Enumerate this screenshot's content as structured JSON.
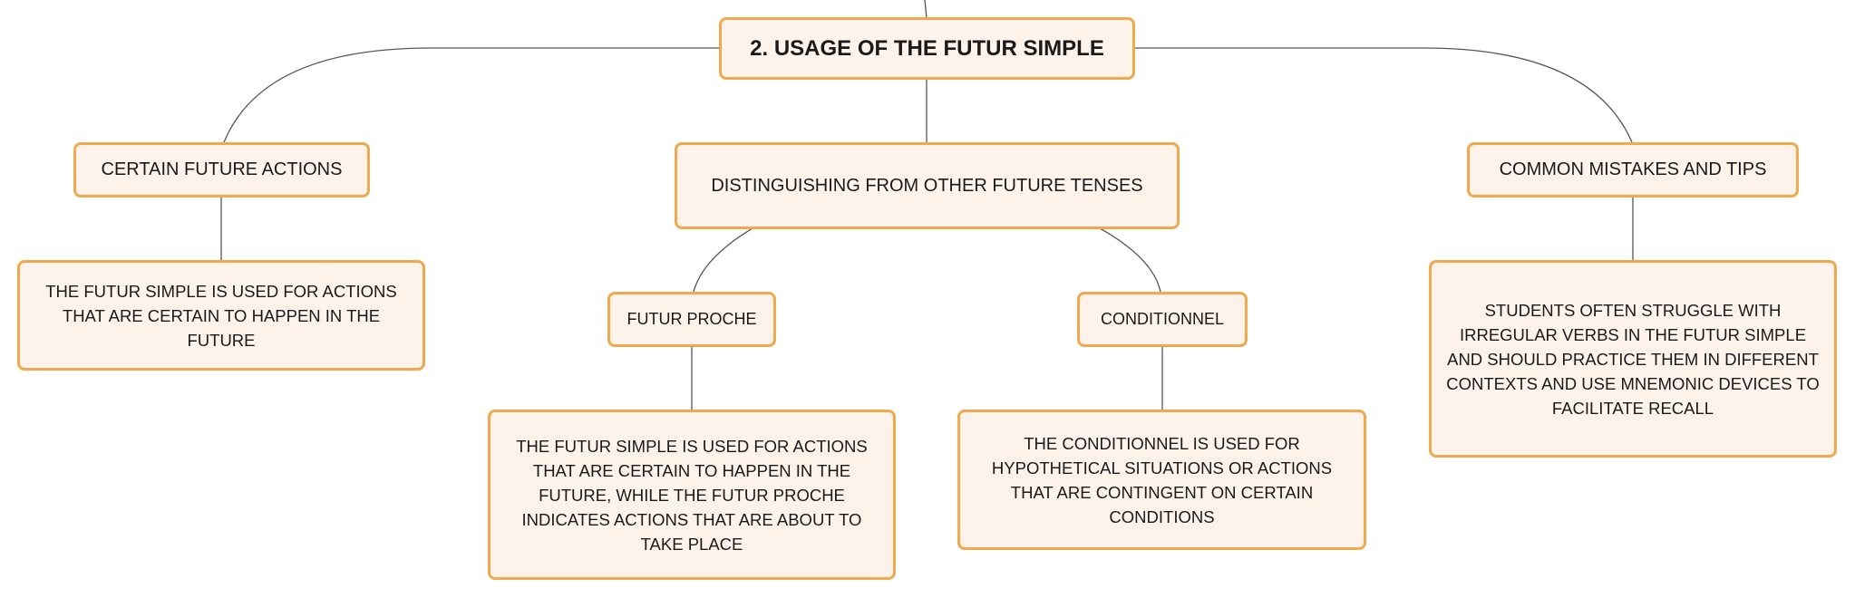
{
  "colors": {
    "node_fill": "#fef3ea",
    "node_border": "#f0a94e",
    "connector": "#555555"
  },
  "diagram": {
    "root": {
      "label": "2. USAGE OF THE FUTUR SIMPLE"
    },
    "branches": {
      "certain": {
        "label": "CERTAIN FUTURE ACTIONS",
        "detail": "THE FUTUR SIMPLE IS USED FOR ACTIONS THAT ARE CERTAIN TO HAPPEN IN THE FUTURE"
      },
      "distinguishing": {
        "label": "DISTINGUISHING FROM OTHER FUTURE TENSES",
        "futur_proche": {
          "label": "FUTUR PROCHE",
          "detail": "THE FUTUR SIMPLE IS USED FOR ACTIONS THAT ARE CERTAIN TO HAPPEN IN THE FUTURE, WHILE THE FUTUR PROCHE INDICATES ACTIONS THAT ARE ABOUT TO TAKE PLACE"
        },
        "conditionnel": {
          "label": "CONDITIONNEL",
          "detail": "THE CONDITIONNEL IS USED FOR HYPOTHETICAL SITUATIONS OR ACTIONS THAT ARE CONTINGENT ON CERTAIN CONDITIONS"
        }
      },
      "mistakes": {
        "label": "COMMON MISTAKES AND TIPS",
        "detail": "STUDENTS OFTEN STRUGGLE WITH IRREGULAR VERBS IN THE FUTUR SIMPLE AND SHOULD PRACTICE THEM IN DIFFERENT CONTEXTS AND USE MNEMONIC DEVICES TO FACILITATE RECALL"
      }
    }
  }
}
